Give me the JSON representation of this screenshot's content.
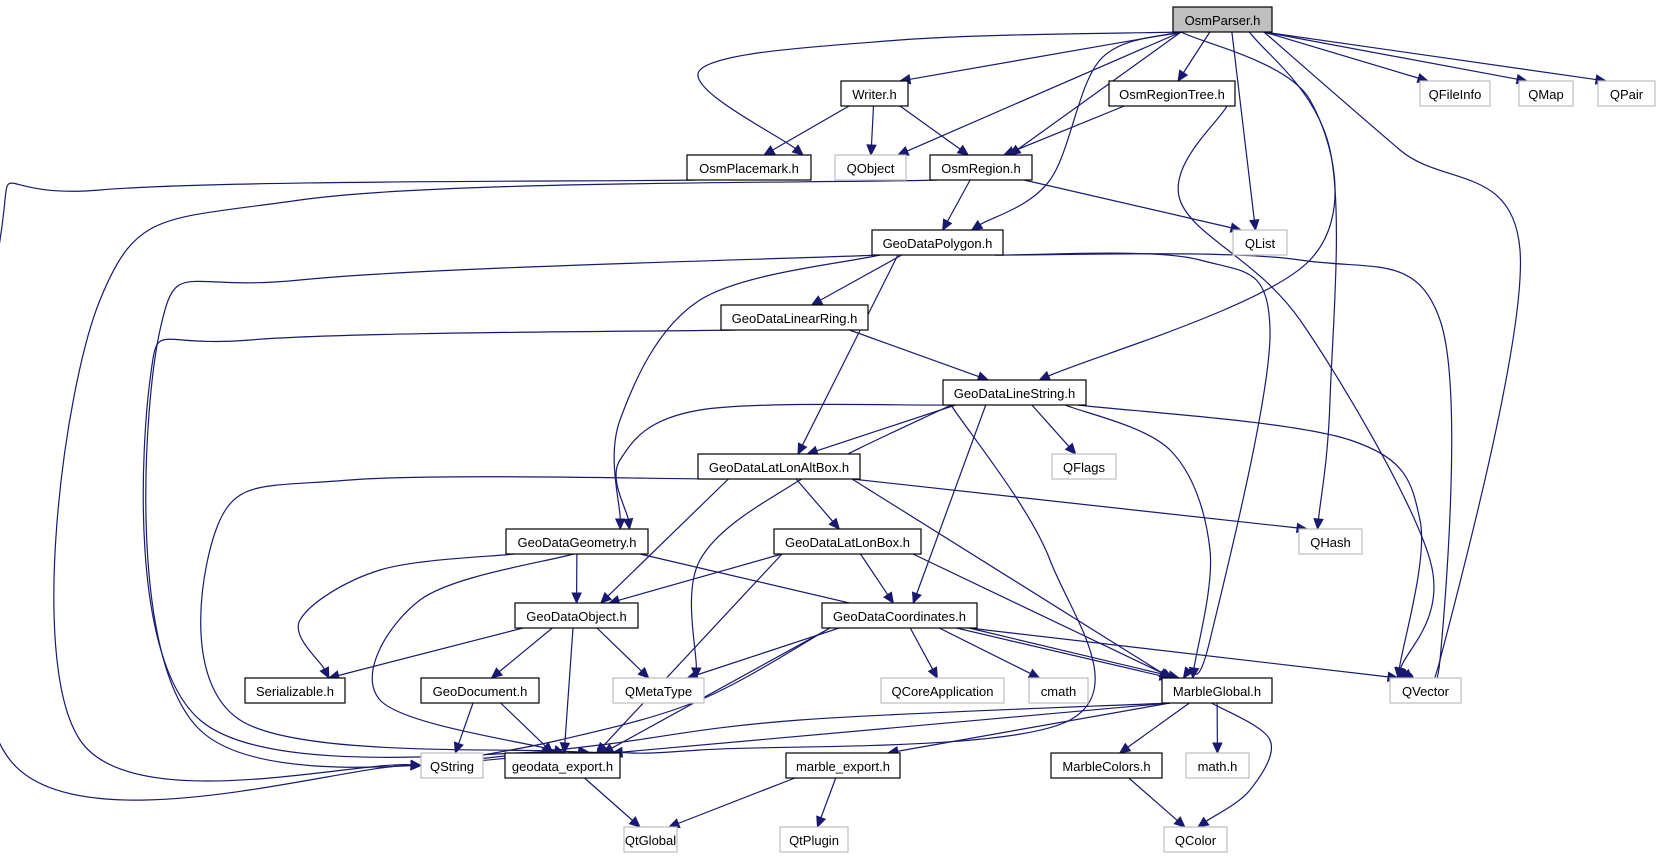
{
  "title": "OsmParser.h include dependency graph",
  "colors": {
    "edge": "#191970",
    "project_border": "#000000",
    "external_border": "#bfbfbf",
    "root_fill": "#bfbfbf"
  },
  "nodes": [
    {
      "id": "OsmParser",
      "label": "OsmParser.h",
      "kind": "root"
    },
    {
      "id": "Writer",
      "label": "Writer.h",
      "kind": "project"
    },
    {
      "id": "OsmRegionTree",
      "label": "OsmRegionTree.h",
      "kind": "project"
    },
    {
      "id": "QFileInfo",
      "label": "QFileInfo",
      "kind": "external"
    },
    {
      "id": "QMap",
      "label": "QMap",
      "kind": "external"
    },
    {
      "id": "QPair",
      "label": "QPair",
      "kind": "external"
    },
    {
      "id": "OsmPlacemark",
      "label": "OsmPlacemark.h",
      "kind": "project"
    },
    {
      "id": "QObject",
      "label": "QObject",
      "kind": "external"
    },
    {
      "id": "OsmRegion",
      "label": "OsmRegion.h",
      "kind": "project"
    },
    {
      "id": "GeoDataPolygon",
      "label": "GeoDataPolygon.h",
      "kind": "project"
    },
    {
      "id": "QList",
      "label": "QList",
      "kind": "external"
    },
    {
      "id": "GeoDataLinearRing",
      "label": "GeoDataLinearRing.h",
      "kind": "project"
    },
    {
      "id": "GeoDataLineString",
      "label": "GeoDataLineString.h",
      "kind": "project"
    },
    {
      "id": "GeoDataLatLonAltBox",
      "label": "GeoDataLatLonAltBox.h",
      "kind": "project"
    },
    {
      "id": "QFlags",
      "label": "QFlags",
      "kind": "external"
    },
    {
      "id": "GeoDataGeometry",
      "label": "GeoDataGeometry.h",
      "kind": "project"
    },
    {
      "id": "GeoDataLatLonBox",
      "label": "GeoDataLatLonBox.h",
      "kind": "project"
    },
    {
      "id": "QHash",
      "label": "QHash",
      "kind": "external"
    },
    {
      "id": "GeoDataObject",
      "label": "GeoDataObject.h",
      "kind": "project"
    },
    {
      "id": "GeoDataCoordinates",
      "label": "GeoDataCoordinates.h",
      "kind": "project"
    },
    {
      "id": "Serializable",
      "label": "Serializable.h",
      "kind": "project"
    },
    {
      "id": "GeoDocument",
      "label": "GeoDocument.h",
      "kind": "project"
    },
    {
      "id": "QMetaType",
      "label": "QMetaType",
      "kind": "external"
    },
    {
      "id": "QCoreApplication",
      "label": "QCoreApplication",
      "kind": "external"
    },
    {
      "id": "cmath",
      "label": "cmath",
      "kind": "external"
    },
    {
      "id": "MarbleGlobal",
      "label": "MarbleGlobal.h",
      "kind": "project"
    },
    {
      "id": "QVector",
      "label": "QVector",
      "kind": "external"
    },
    {
      "id": "QString",
      "label": "QString",
      "kind": "external"
    },
    {
      "id": "geodata_export",
      "label": "geodata_export.h",
      "kind": "project"
    },
    {
      "id": "marble_export",
      "label": "marble_export.h",
      "kind": "project"
    },
    {
      "id": "MarbleColors",
      "label": "MarbleColors.h",
      "kind": "project"
    },
    {
      "id": "mathh",
      "label": "math.h",
      "kind": "external"
    },
    {
      "id": "QtGlobal",
      "label": "QtGlobal",
      "kind": "external"
    },
    {
      "id": "QtPlugin",
      "label": "QtPlugin",
      "kind": "external"
    },
    {
      "id": "QColor",
      "label": "QColor",
      "kind": "external"
    }
  ],
  "edges": [
    [
      "OsmParser",
      "Writer"
    ],
    [
      "OsmParser",
      "OsmRegionTree"
    ],
    [
      "OsmParser",
      "QFileInfo"
    ],
    [
      "OsmParser",
      "QMap"
    ],
    [
      "OsmParser",
      "QPair"
    ],
    [
      "OsmParser",
      "OsmPlacemark"
    ],
    [
      "OsmParser",
      "QObject"
    ],
    [
      "OsmParser",
      "OsmRegion"
    ],
    [
      "OsmParser",
      "GeoDataPolygon"
    ],
    [
      "OsmParser",
      "QList"
    ],
    [
      "OsmParser",
      "GeoDataLineString"
    ],
    [
      "OsmParser",
      "QHash"
    ],
    [
      "OsmParser",
      "QVector"
    ],
    [
      "Writer",
      "OsmPlacemark"
    ],
    [
      "Writer",
      "QObject"
    ],
    [
      "Writer",
      "OsmRegion"
    ],
    [
      "OsmRegionTree",
      "OsmRegion"
    ],
    [
      "OsmRegionTree",
      "QVector"
    ],
    [
      "OsmPlacemark",
      "QString"
    ],
    [
      "OsmRegion",
      "GeoDataPolygon"
    ],
    [
      "OsmRegion",
      "QList"
    ],
    [
      "OsmRegion",
      "QString"
    ],
    [
      "GeoDataPolygon",
      "GeoDataLinearRing"
    ],
    [
      "GeoDataPolygon",
      "GeoDataLatLonAltBox"
    ],
    [
      "GeoDataPolygon",
      "GeoDataGeometry"
    ],
    [
      "GeoDataPolygon",
      "MarbleGlobal"
    ],
    [
      "GeoDataPolygon",
      "QVector"
    ],
    [
      "GeoDataPolygon",
      "geodata_export"
    ],
    [
      "GeoDataLinearRing",
      "GeoDataLineString"
    ],
    [
      "GeoDataLinearRing",
      "geodata_export"
    ],
    [
      "GeoDataLineString",
      "GeoDataLatLonAltBox"
    ],
    [
      "GeoDataLineString",
      "GeoDataGeometry"
    ],
    [
      "GeoDataLineString",
      "QFlags"
    ],
    [
      "GeoDataLineString",
      "MarbleGlobal"
    ],
    [
      "GeoDataLineString",
      "QVector"
    ],
    [
      "GeoDataLineString",
      "QMetaType"
    ],
    [
      "GeoDataLineString",
      "GeoDataCoordinates"
    ],
    [
      "GeoDataLineString",
      "geodata_export"
    ],
    [
      "GeoDataLatLonAltBox",
      "GeoDataLatLonBox"
    ],
    [
      "GeoDataLatLonAltBox",
      "GeoDataObject"
    ],
    [
      "GeoDataLatLonAltBox",
      "QHash"
    ],
    [
      "GeoDataLatLonAltBox",
      "MarbleGlobal"
    ],
    [
      "GeoDataLatLonAltBox",
      "geodata_export"
    ],
    [
      "GeoDataGeometry",
      "GeoDataObject"
    ],
    [
      "GeoDataGeometry",
      "Serializable"
    ],
    [
      "GeoDataGeometry",
      "MarbleGlobal"
    ],
    [
      "GeoDataGeometry",
      "geodata_export"
    ],
    [
      "GeoDataLatLonBox",
      "GeoDataObject"
    ],
    [
      "GeoDataLatLonBox",
      "GeoDataCoordinates"
    ],
    [
      "GeoDataLatLonBox",
      "MarbleGlobal"
    ],
    [
      "GeoDataLatLonBox",
      "geodata_export"
    ],
    [
      "GeoDataObject",
      "Serializable"
    ],
    [
      "GeoDataObject",
      "GeoDocument"
    ],
    [
      "GeoDataObject",
      "QMetaType"
    ],
    [
      "GeoDataObject",
      "geodata_export"
    ],
    [
      "GeoDataCoordinates",
      "QMetaType"
    ],
    [
      "GeoDataCoordinates",
      "QCoreApplication"
    ],
    [
      "GeoDataCoordinates",
      "cmath"
    ],
    [
      "GeoDataCoordinates",
      "MarbleGlobal"
    ],
    [
      "GeoDataCoordinates",
      "QVector"
    ],
    [
      "GeoDataCoordinates",
      "QString"
    ],
    [
      "GeoDataCoordinates",
      "geodata_export"
    ],
    [
      "GeoDocument",
      "QString"
    ],
    [
      "GeoDocument",
      "geodata_export"
    ],
    [
      "MarbleGlobal",
      "QString"
    ],
    [
      "MarbleGlobal",
      "geodata_export"
    ],
    [
      "MarbleGlobal",
      "marble_export"
    ],
    [
      "MarbleGlobal",
      "MarbleColors"
    ],
    [
      "MarbleGlobal",
      "mathh"
    ],
    [
      "MarbleGlobal",
      "QColor"
    ],
    [
      "geodata_export",
      "QtGlobal"
    ],
    [
      "marble_export",
      "QtGlobal"
    ],
    [
      "marble_export",
      "QtPlugin"
    ],
    [
      "MarbleColors",
      "QColor"
    ]
  ]
}
